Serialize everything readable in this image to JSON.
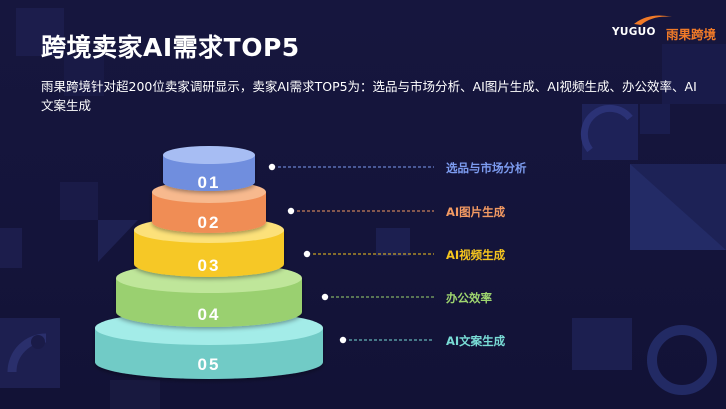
{
  "title": "跨境卖家AI需求TOP5",
  "description": "雨果跨境针对超200位卖家调研显示，卖家AI需求TOP5为：选品与市场分析、AI图片生成、AI视频生成、办公效率、AI文案生成",
  "logo": {
    "en": "YUGUO",
    "cn": "雨果跨境"
  },
  "colors": {
    "accent": "#f07a28",
    "background": "#14143a"
  },
  "tiers": [
    {
      "num": "01",
      "label": "选品与市场分析",
      "color": "#6f8ede",
      "label_color": "#7d9cf0"
    },
    {
      "num": "02",
      "label": "AI图片生成",
      "color": "#f08d55",
      "label_color": "#f39a62"
    },
    {
      "num": "03",
      "label": "AI视频生成",
      "color": "#f6c828",
      "label_color": "#f5c51e"
    },
    {
      "num": "04",
      "label": "办公效率",
      "color": "#9ad070",
      "label_color": "#9ed56f"
    },
    {
      "num": "05",
      "label": "AI文案生成",
      "color": "#79d8d3",
      "label_color": "#79dcd6"
    }
  ]
}
